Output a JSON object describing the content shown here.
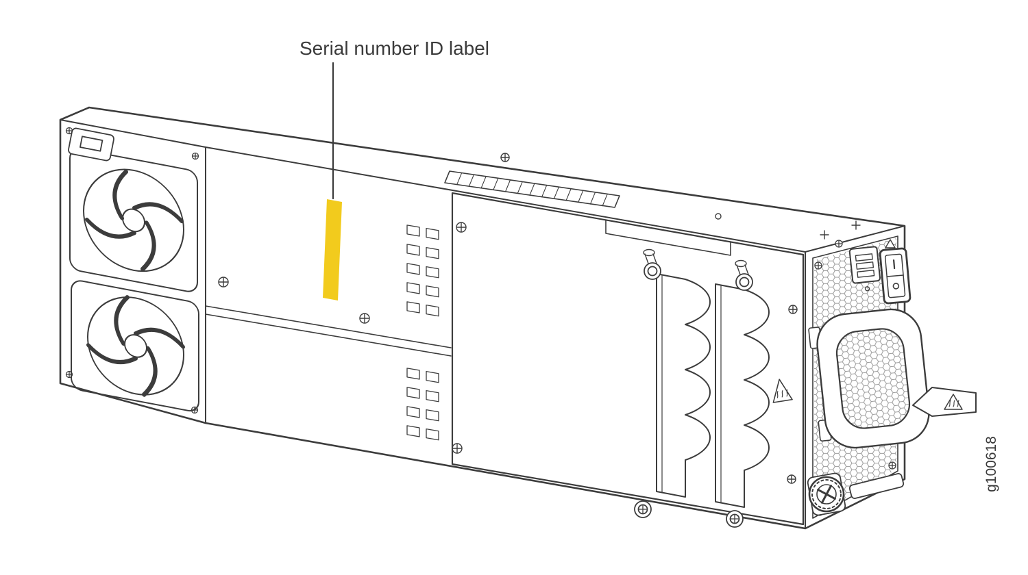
{
  "figure": {
    "id": "g100618",
    "subject": "Power supply unit - isometric line drawing",
    "annotation": "Serial number ID label"
  },
  "colors": {
    "line": "#3C3C3C",
    "label_highlight": "#F2CB1D",
    "honeycomb": "#9A9A9A",
    "text": "#3B3B3B",
    "background": "#FFFFFF"
  }
}
